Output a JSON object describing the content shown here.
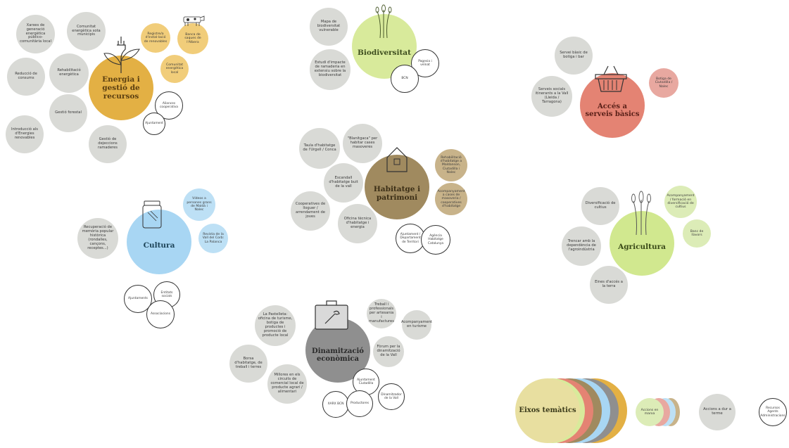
{
  "energia": {
    "title": "Energia i gestió de recursos",
    "nodes": [
      "Xarxes de generació energètica público-comunitària local",
      "Comunitat energètica sota municipis",
      "Reducció de consums",
      "Rehabilitació energètica",
      "Gestió forestal",
      "Introducció als d'Energies renovables",
      "Gestió de dejeccions ramaderes"
    ],
    "yellow": [
      "Registre/a d'instal·lació de renovables",
      "Banca de saques de l'Albera",
      "Comunitat energètica local"
    ],
    "white": [
      "Aliances cooperativa",
      "Ajuntament"
    ]
  },
  "biodiversitat": {
    "title": "Biodiversitat",
    "nodes": [
      "Mapa de biodiversitat vulnerable",
      "Estudi d'impacte de ramaderia en extensiu sobre la biodiversitat"
    ],
    "white": [
      "Pagesia i veïnat",
      "BCN"
    ]
  },
  "acces": {
    "title": "Accés a serveis bàsics",
    "nodes": [
      "Servei bàsic de botiga i bar",
      "Serveis socials itinerants a la Vall (Lleida / Tarragona)"
    ],
    "pink": [
      "Botiga de Ciutadilla / Nalec"
    ]
  },
  "habitatge": {
    "title": "Habitatge i patrimoni",
    "nodes": [
      "Taula d'habitatge de l'Urgell / Conca",
      "\"Blanitgaca\" per habitar cases masoveres",
      "Escandall d'habitatge buit de la vall",
      "Cooperatives de lloguer / arrendament de joves",
      "Oficina tècnica d'habitatge i energia"
    ],
    "brown": [
      "Rehabilitació d'habitatge a Maldanson, Ciutadilla i Nalec",
      "Acompanyament a cases de masoveria / cooperatives d'habitatge"
    ],
    "white": [
      "Ajuntament / Departament de Territori",
      "Agència Habitatge Catalunya"
    ]
  },
  "cultura": {
    "title": "Cultura",
    "nodes": [
      "Recuperació de memòria popular històrica (rondalles, cançons, receptes...)"
    ],
    "blue": [
      "Vídeos a persones grans de Maldà i Nalec",
      "Revista de la Vall del Corb: La Palanca"
    ],
    "white": [
      "Ajuntaments",
      "Entitats socials",
      "Associacions"
    ]
  },
  "agricultura": {
    "title": "Agricultura",
    "nodes": [
      "Diversificació de cultius",
      "Trencar amb la dependència de l'agroindústria",
      "Eines d'accés a la terra"
    ],
    "green": [
      "Acompanyament / formació en diversificació de cultius",
      "Banc de llavors"
    ]
  },
  "dinamitzacio": {
    "title": "Dinamització econòmica",
    "nodes": [
      "Treball i professionals per artesania i manufactures",
      "Acompanyament en turisme",
      "La Pastelleta: oficina de turisme, botiga de productes i promoció de producte local",
      "Fòrum per la dinamització de la Vall",
      "Borsa d'habitatge, de treball i terres",
      "Millores en els circuits de comercial local de producte agrari / alimentari"
    ],
    "white": [
      "Ajuntament Ciutadilla",
      "XARX BCN",
      "Productores",
      "Dinamitzador de la Vall"
    ]
  },
  "legend": {
    "title": "Eixos temàtics",
    "accions": "Accions en marxa",
    "dur": "Accions a dur a terme",
    "agents": "Recursos Agents Administracions"
  },
  "colors": {
    "energia": "#e3b044",
    "biodiversitat": "#d8ea9b",
    "acces": "#e48373",
    "habitatge": "#a08a5f",
    "cultura": "#a8d6f3",
    "agricultura": "#d1e88f",
    "dinamitzacio": "#8f8f8f",
    "node": "#d9dad6"
  }
}
